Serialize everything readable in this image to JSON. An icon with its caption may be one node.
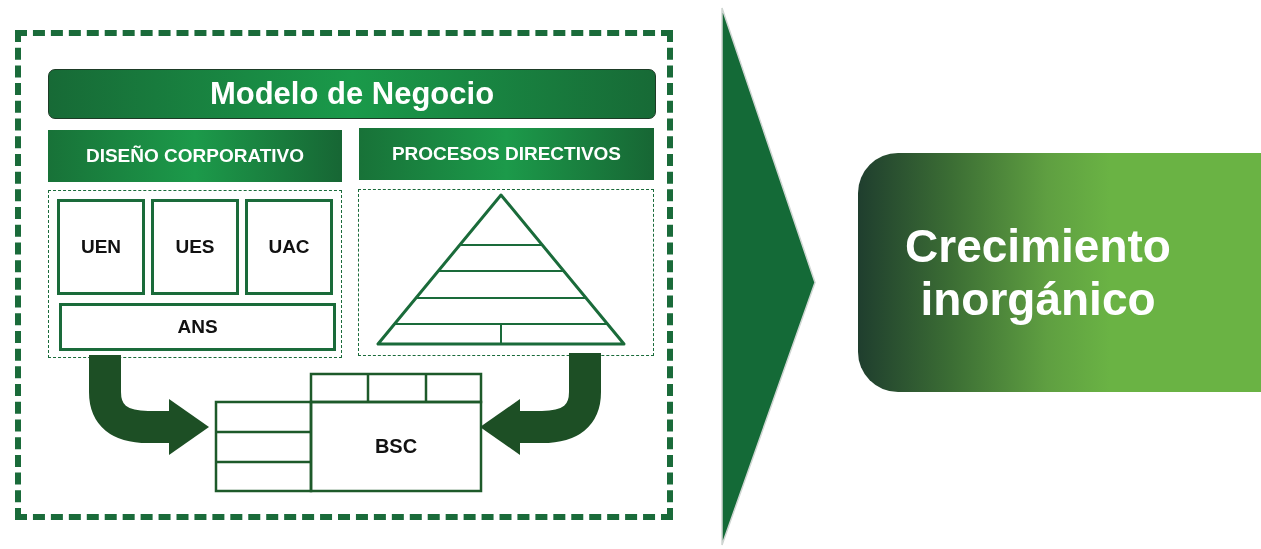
{
  "diagram": {
    "nodes": [
      {
        "text": [],
        "shape": "box"
      },
      {
        "text": [
          "Modelo de Negocio"
        ],
        "in": 0
      },
      {
        "text": [
          "DISEÑO CORPORATIVO"
        ],
        "in": 0
      },
      {
        "text": [
          "PROCESOS DIRECTIVOS"
        ],
        "in": 0
      },
      {
        "text": [],
        "shape": "box",
        "in": 0
      },
      {
        "text": [
          "UEN"
        ],
        "in": 4
      },
      {
        "text": [
          "UES"
        ],
        "in": 4
      },
      {
        "text": [
          "UAC"
        ],
        "in": 4
      },
      {
        "text": [
          "ANS"
        ],
        "in": 4
      },
      {
        "text": [],
        "shape": "box",
        "in": 0
      },
      {
        "text": [
          "BSC"
        ],
        "in": 0
      },
      {
        "text": [
          "Crecimiento inorgánico"
        ]
      }
    ],
    "edges": [
      {
        "from": 4,
        "to": 10,
        "arrow": "to"
      },
      {
        "from": 9,
        "to": 10,
        "arrow": "to"
      },
      {
        "from": 0,
        "to": 11,
        "arrow": "to"
      }
    ]
  }
}
